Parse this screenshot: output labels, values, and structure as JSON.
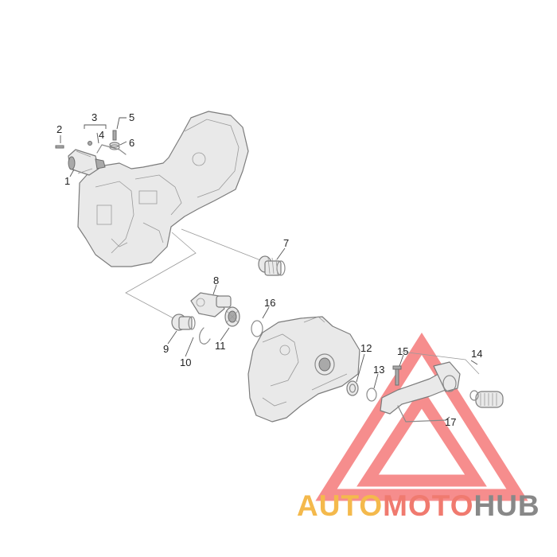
{
  "diagram": {
    "callouts": [
      "1",
      "2",
      "3",
      "4",
      "5",
      "6",
      "7",
      "8",
      "9",
      "10",
      "11",
      "12",
      "13",
      "14",
      "15",
      "16",
      "17"
    ]
  },
  "watermark": {
    "part1": "AUTO",
    "part2": "MOTO",
    "part3": "HUB",
    "colors": {
      "auto": "#f4b94c",
      "moto": "#f07a6f",
      "hub": "#888888",
      "triangle": "#ee2f2f"
    }
  }
}
